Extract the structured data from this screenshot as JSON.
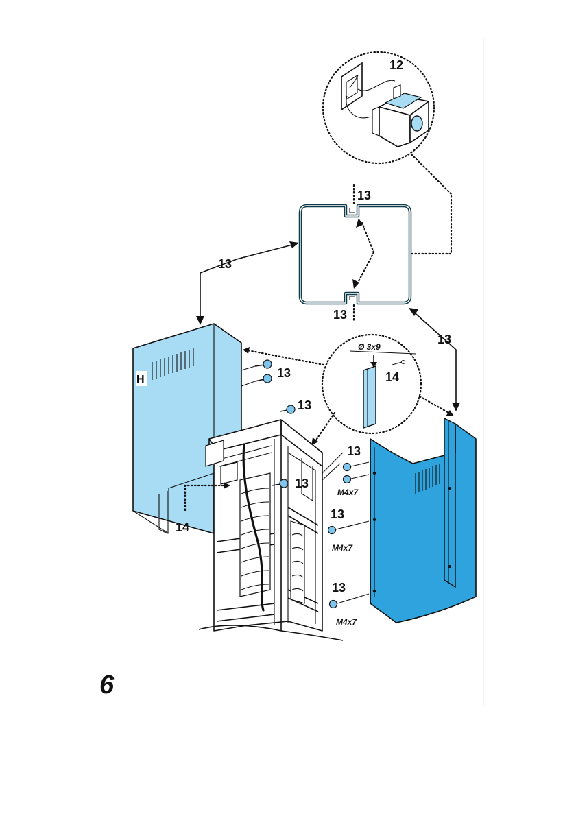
{
  "figure_number": "6",
  "labels": {
    "detail_top": "12",
    "profile_top": "13",
    "profile_bottom": "13",
    "left_arrow": "13",
    "right_arrow": "13",
    "screws_left": "13",
    "screw_mid": "13",
    "screw_inner": "13",
    "screw_right_1": "13",
    "screw_right_2": "13",
    "screw_right_3": "13",
    "detail_dim": "Ø 3x9",
    "detail_screw": "14",
    "left_bottom": "14",
    "size_1": "M4x7",
    "size_2": "M4x7",
    "size_3": "M4x7",
    "panel_mark": "H"
  },
  "colors": {
    "panel_light": "#a8dcf5",
    "panel_dark": "#2ea3dd",
    "screw": "#7fc4ea",
    "ink": "#111111"
  }
}
